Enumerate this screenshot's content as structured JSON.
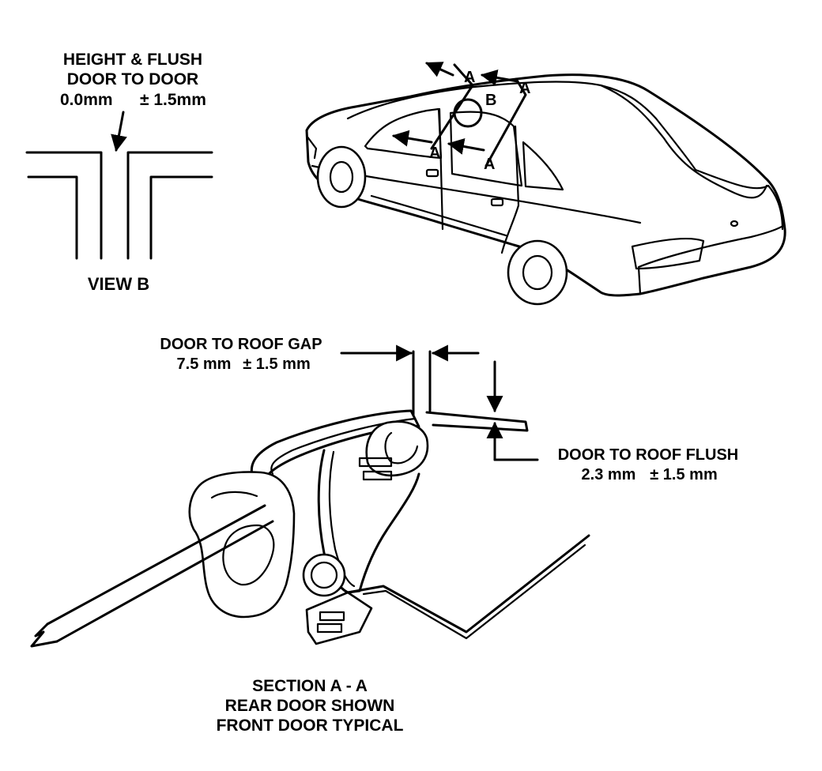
{
  "view_b": {
    "spec_line1": "HEIGHT & FLUSH",
    "spec_line2": "DOOR TO DOOR",
    "spec_value": "0.0mm",
    "spec_tolerance": "± 1.5mm",
    "caption": "VIEW B"
  },
  "car": {
    "section_marker_a_top_left": "A",
    "section_marker_a_top_right": "A",
    "section_marker_a_lower_left": "A",
    "section_marker_a_lower_right": "A",
    "detail_marker_b": "B"
  },
  "gap": {
    "label": "DOOR TO ROOF GAP",
    "value": "7.5 mm",
    "tolerance": "± 1.5 mm"
  },
  "flush": {
    "label": "DOOR TO ROOF FLUSH",
    "value": "2.3 mm",
    "tolerance": "± 1.5 mm"
  },
  "section": {
    "title": "SECTION A - A",
    "line2": "REAR DOOR SHOWN",
    "line3": "FRONT DOOR TYPICAL"
  }
}
